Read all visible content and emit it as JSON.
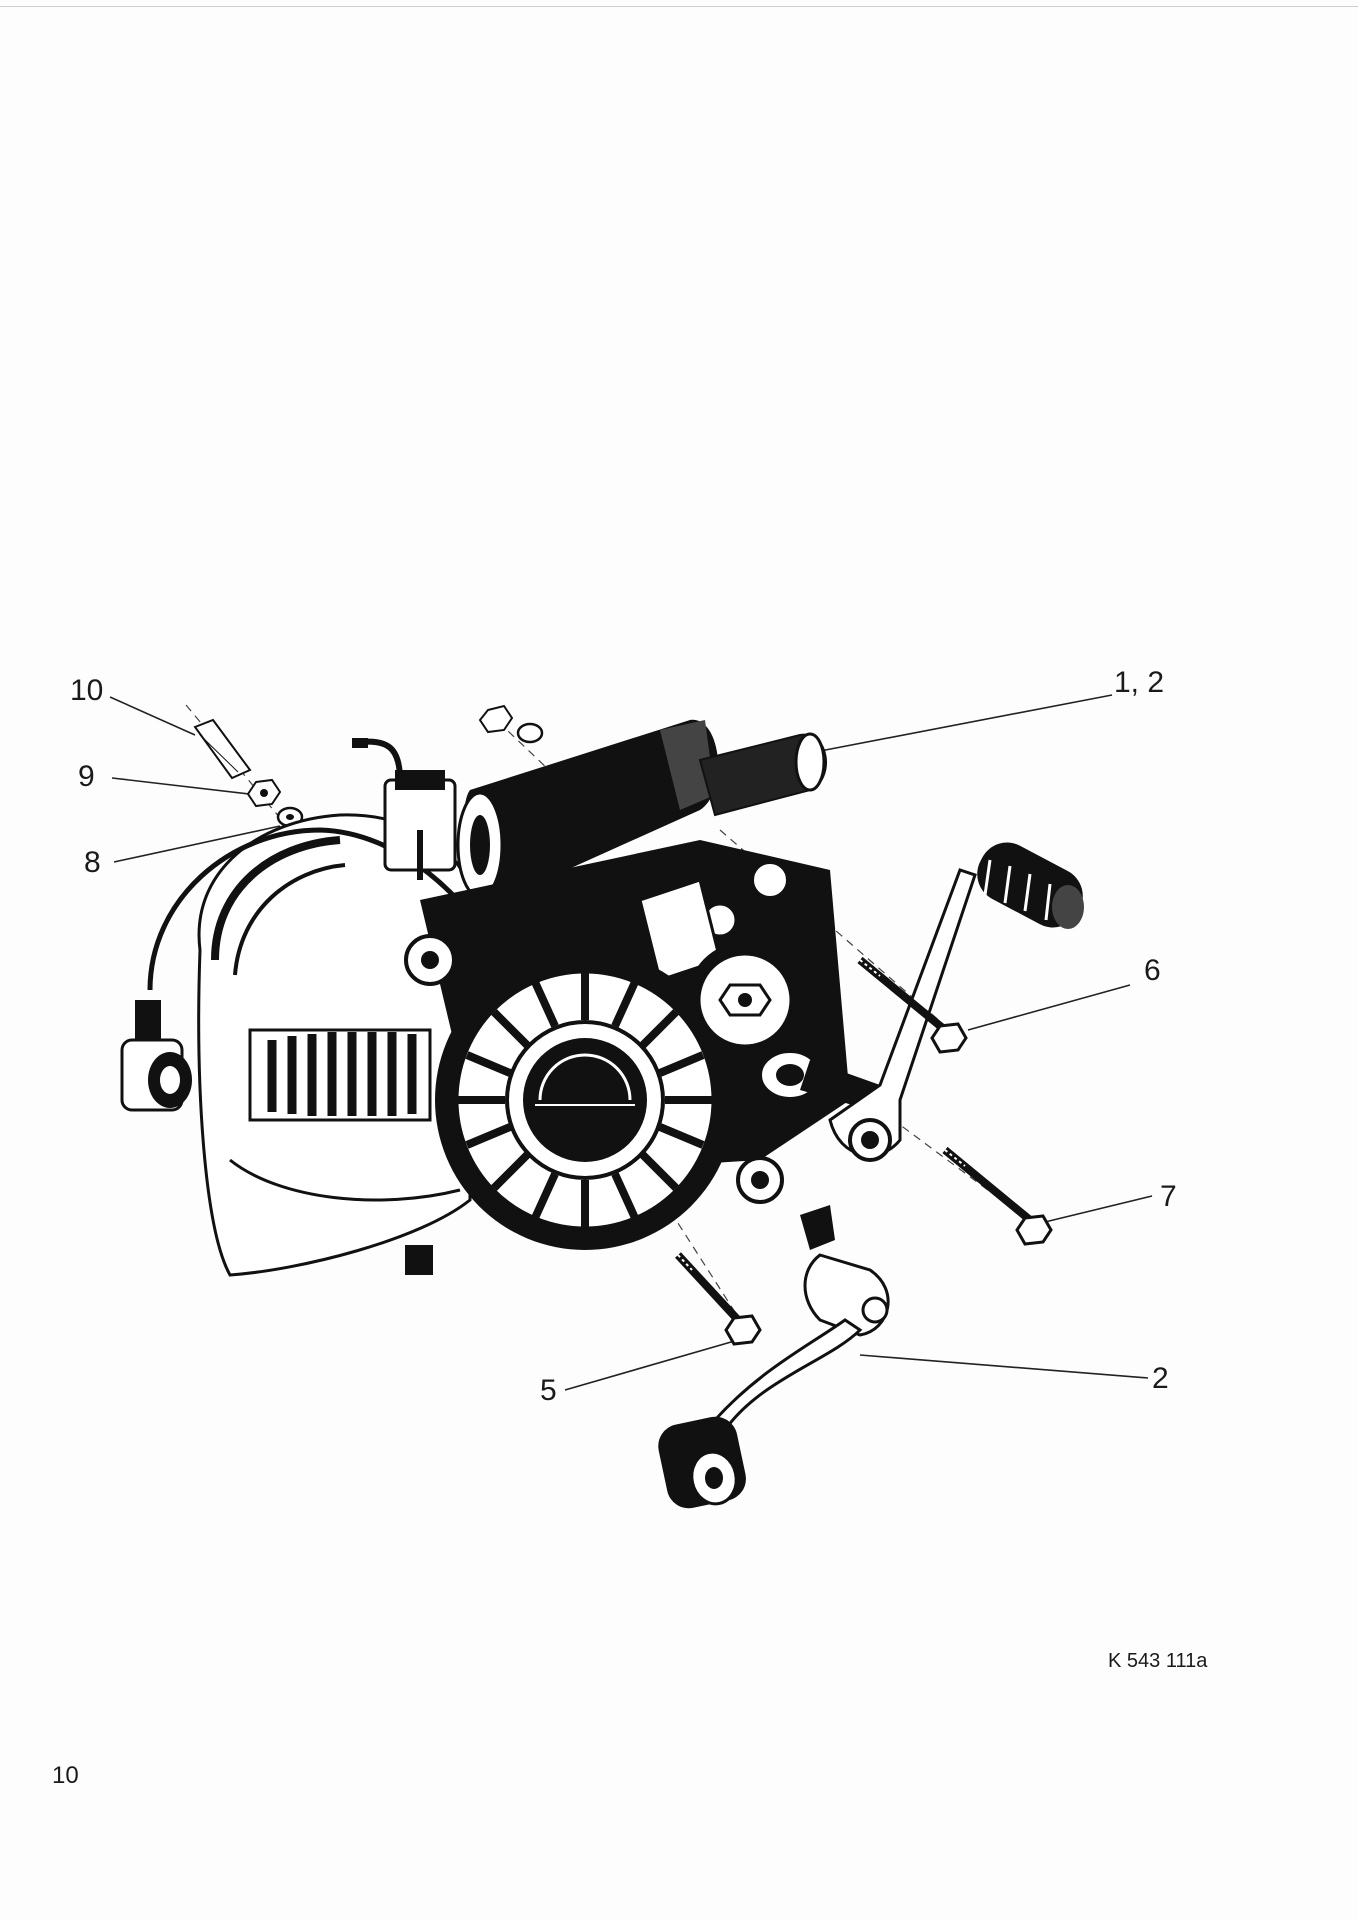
{
  "callouts": [
    {
      "id": "10",
      "text": "10"
    },
    {
      "id": "9",
      "text": "9"
    },
    {
      "id": "8",
      "text": "8"
    },
    {
      "id": "1-2",
      "text": "1, 2"
    },
    {
      "id": "6",
      "text": "6"
    },
    {
      "id": "7",
      "text": "7"
    },
    {
      "id": "5",
      "text": "5"
    },
    {
      "id": "2",
      "text": "2"
    }
  ],
  "figure_code": "K 543 111a",
  "page_number": "10"
}
